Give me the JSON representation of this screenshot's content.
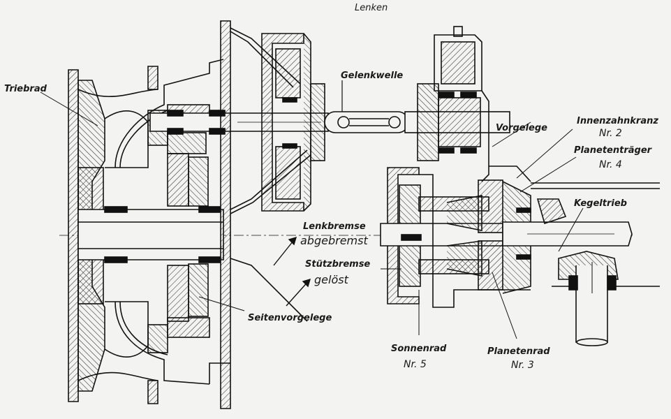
{
  "labels": {
    "lenken": "Lenken",
    "triebrad": "Triebrad",
    "gelenkwelle": "Gelenkwelle",
    "vorgelege": "Vorgelege",
    "innenzahnkranz": "Innenzahnkranz",
    "innenzahnkranz_nr": "Nr. 2",
    "planetentraeger": "Planetenträger",
    "planetentraeger_nr": "Nr. 4",
    "kegeltrieb": "Kegeltrieb",
    "lenkbremse": "Lenkbremse",
    "abgebremst": "abgebremst",
    "stuetzbremse": "Stützbremse",
    "geloest": "gelöst",
    "seitenvorgelege": "Seitenvorgelege",
    "sonnenrad": "Sonnenrad",
    "sonnenrad_nr": "Nr. 5",
    "planetenrad": "Planetenrad",
    "planetenrad_nr": "Nr. 3"
  }
}
